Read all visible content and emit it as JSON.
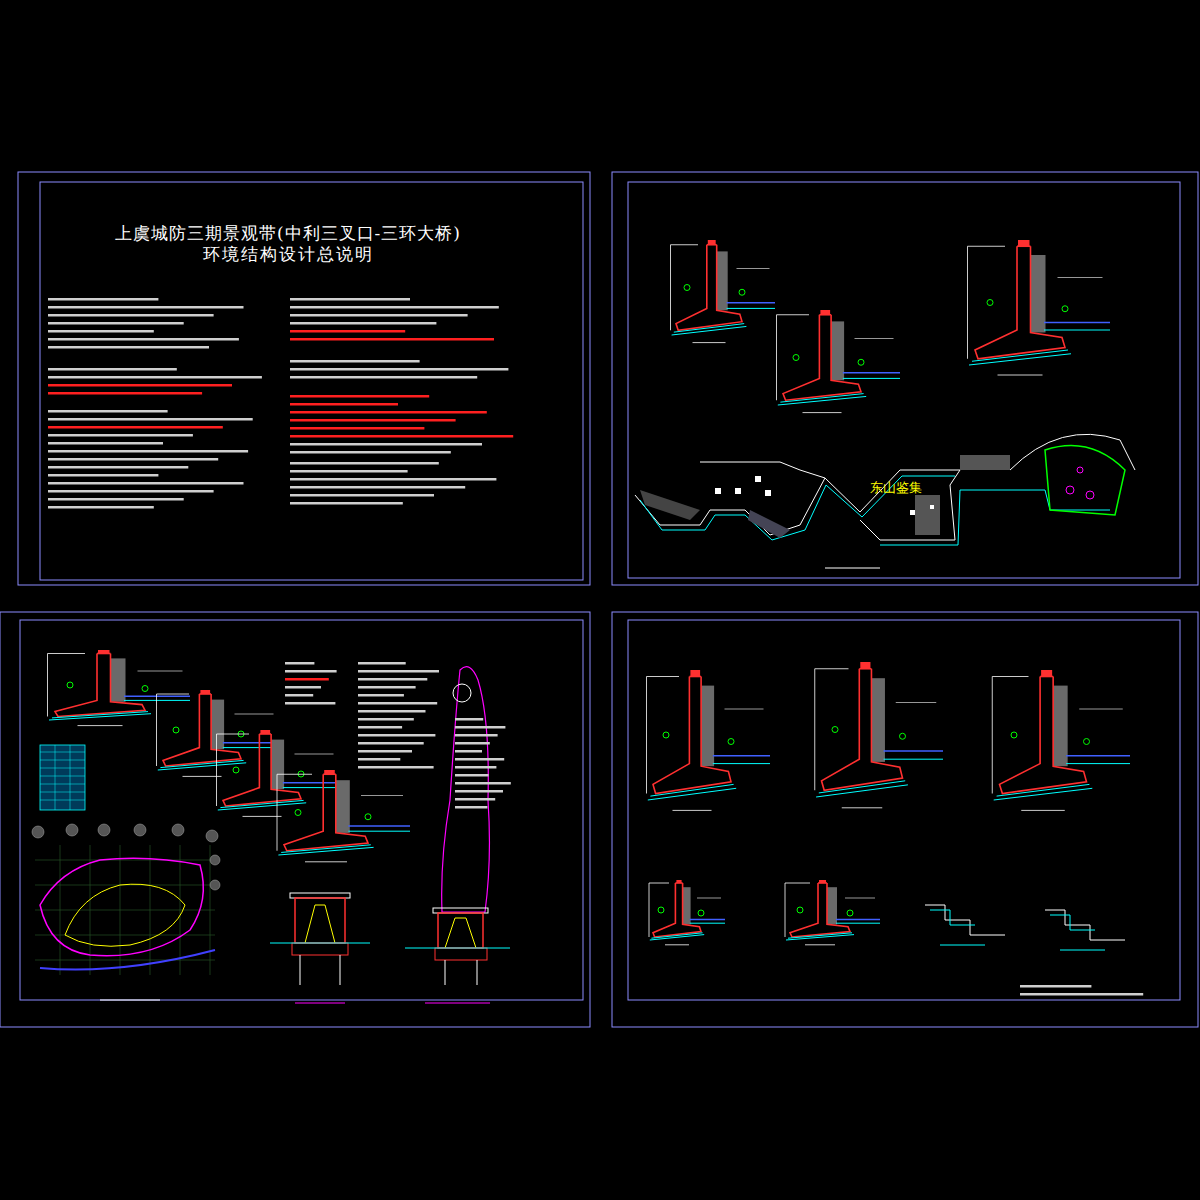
{
  "diagram": {
    "title": "上虞城防三期景观带(中利三叉口-三环大桥)",
    "labels": [
      "环境结构设计总说明",
      "东山鉴集"
    ]
  }
}
